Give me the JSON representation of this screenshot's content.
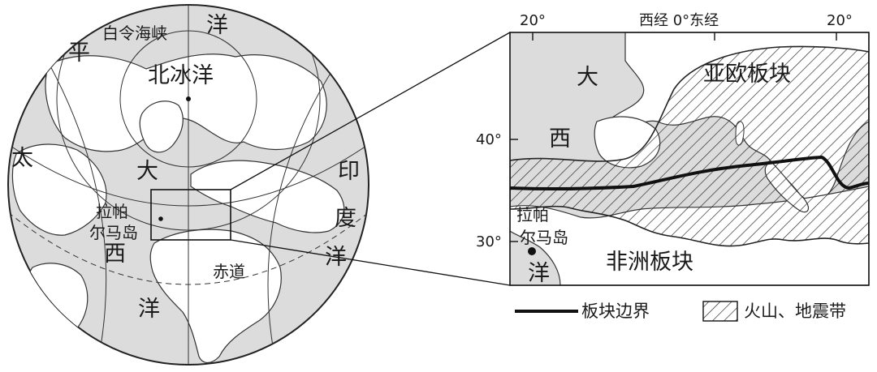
{
  "globe": {
    "strait_label": "白令海峡",
    "arctic_label": "北冰洋",
    "ocean_yang_top": "洋",
    "ocean_ping": "平",
    "ocean_tai": "太",
    "ocean_da": "大",
    "atlantic_xi": "西",
    "atlantic_yang": "洋",
    "indian_yin": "印",
    "indian_du": "度",
    "indian_yang": "洋",
    "island_line1": "拉帕",
    "island_line2": "尔马岛",
    "equator_label": "赤道"
  },
  "inset": {
    "top_ticks": [
      "20°",
      "西经 0°东经",
      "20°"
    ],
    "left_ticks": [
      "40°",
      "30°"
    ],
    "ocean_da": "大",
    "ocean_xi": "西",
    "ocean_yang": "洋",
    "eurasian_plate": "亚欧板块",
    "african_plate": "非洲板块",
    "island_line1": "拉帕",
    "island_line2": "尔马岛"
  },
  "legend": {
    "boundary_label": "板块边界",
    "volcano_label": "火山、地震带"
  }
}
